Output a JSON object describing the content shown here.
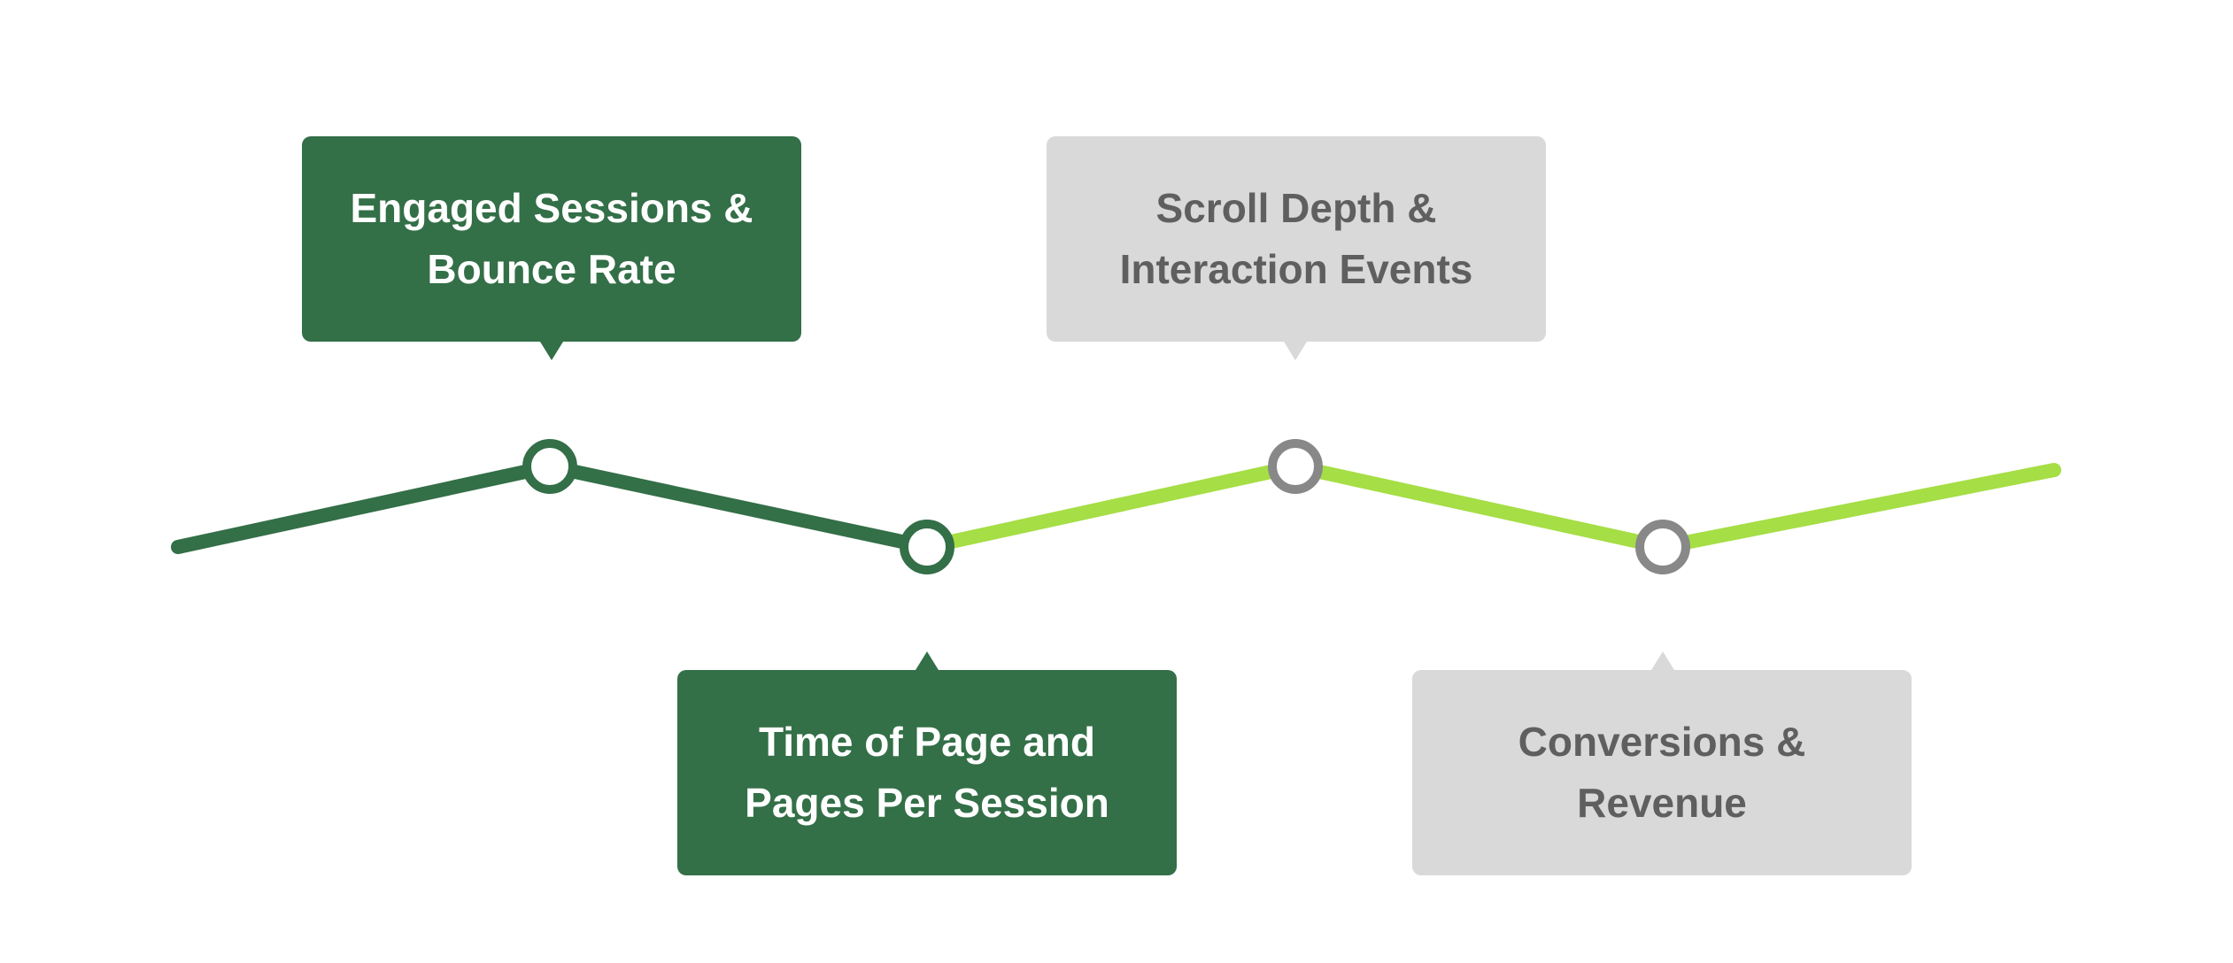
{
  "colors": {
    "dark_green": "#336f47",
    "light_green": "#a5de45",
    "gray_box": "#d9d9d9",
    "gray_text": "#5f5f5f",
    "gray_marker": "#888888"
  },
  "steps": [
    {
      "line1": "Engaged Sessions &",
      "line2": "Bounce Rate",
      "status": "active"
    },
    {
      "line1": "Time of Page and",
      "line2": "Pages Per Session",
      "status": "active"
    },
    {
      "line1": "Scroll Depth &",
      "line2": "Interaction Events",
      "status": "inactive"
    },
    {
      "line1": "Conversions &",
      "line2": "Revenue",
      "status": "inactive"
    }
  ]
}
